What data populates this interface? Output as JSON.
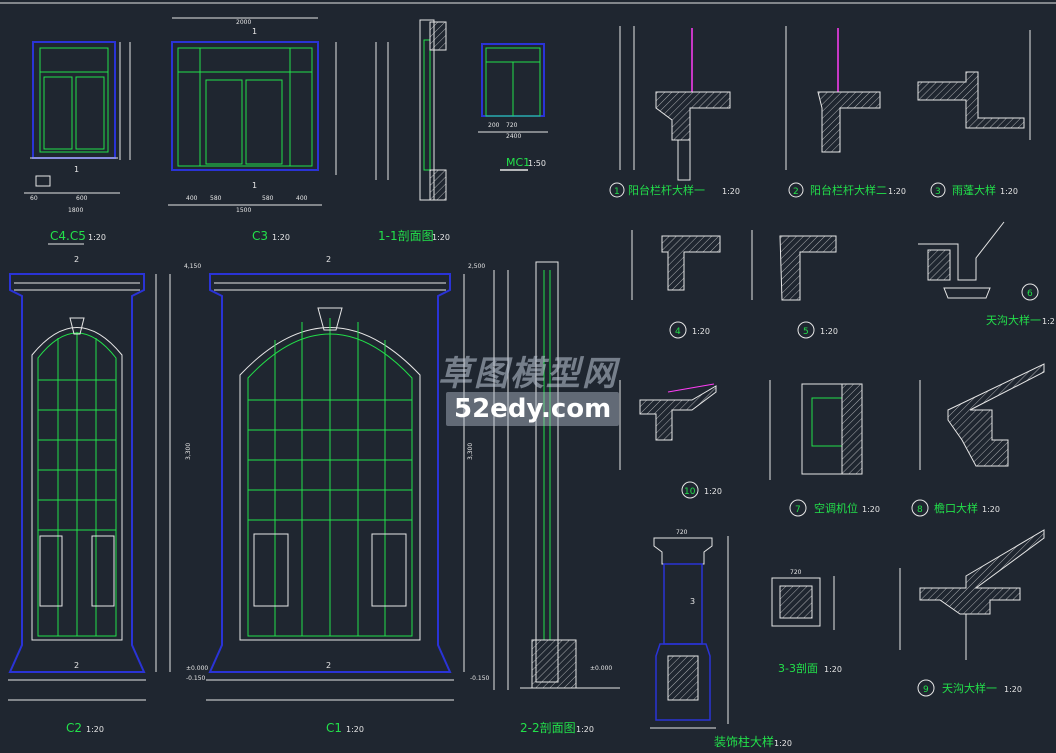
{
  "watermark": {
    "line1": "草图模型网",
    "line2": "52edy.com"
  },
  "colors": {
    "bg": "#1f2630",
    "green": "#22e04a",
    "blue": "#2a33d6",
    "white": "#e6e6e6",
    "cyan": "#5fd6e0",
    "magenta": "#ff3df5",
    "yellow": "#e8e04a"
  },
  "titles": [
    {
      "id": "c4c5",
      "label": "C4.C5",
      "scale": "1:20"
    },
    {
      "id": "c3",
      "label": "C3",
      "scale": "1:20"
    },
    {
      "id": "sec11",
      "label": "1-1剖面图",
      "scale": "1:20"
    },
    {
      "id": "mc1",
      "label": "MC1",
      "scale": "1:50"
    },
    {
      "id": "d1",
      "num": "1",
      "label": "阳台栏杆大样一",
      "scale": "1:20"
    },
    {
      "id": "d2",
      "num": "2",
      "label": "阳台栏杆大样二",
      "scale": "1:20"
    },
    {
      "id": "d3",
      "num": "3",
      "label": "雨蓬大样",
      "scale": "1:20"
    },
    {
      "id": "d4",
      "num": "4",
      "label": "",
      "scale": "1:20"
    },
    {
      "id": "d5",
      "num": "5",
      "label": "",
      "scale": "1:20"
    },
    {
      "id": "d6",
      "num": "6",
      "label": "天沟大样一",
      "scale": "1:2"
    },
    {
      "id": "d10",
      "num": "10",
      "label": "",
      "scale": "1:20"
    },
    {
      "id": "d7",
      "num": "7",
      "label": "空调机位",
      "scale": "1:20"
    },
    {
      "id": "d8",
      "num": "8",
      "label": "檐口大样",
      "scale": "1:20"
    },
    {
      "id": "c2",
      "label": "C2",
      "scale": "1:20"
    },
    {
      "id": "c1",
      "label": "C1",
      "scale": "1:20"
    },
    {
      "id": "sec22",
      "label": "2-2剖面图",
      "scale": "1:20"
    },
    {
      "id": "col",
      "label": "装饰柱大样",
      "scale": "1:20"
    },
    {
      "id": "sec33",
      "label": "3-3剖面",
      "scale": "1:20"
    },
    {
      "id": "d9",
      "num": "9",
      "label": "天沟大样一",
      "scale": "1:20"
    }
  ],
  "dims": {
    "c4c5_bottom": [
      "60",
      "600",
      "1800"
    ],
    "c3_top": "2000",
    "c3_bottom": [
      "400",
      "580",
      "1500",
      "580",
      "400"
    ],
    "mc1_bottom": [
      "200",
      "720",
      "2400"
    ],
    "c2_top": "4,150",
    "c2_side": "3,300",
    "c1_height": "3,300",
    "sec22_top": "2,500",
    "col_top": "720",
    "sec33_top": "720",
    "elev_zero": "±0.000",
    "elev_neg": "-0.150"
  },
  "marks": {
    "cut1": "1",
    "cut2": "2",
    "cut3": "3"
  }
}
